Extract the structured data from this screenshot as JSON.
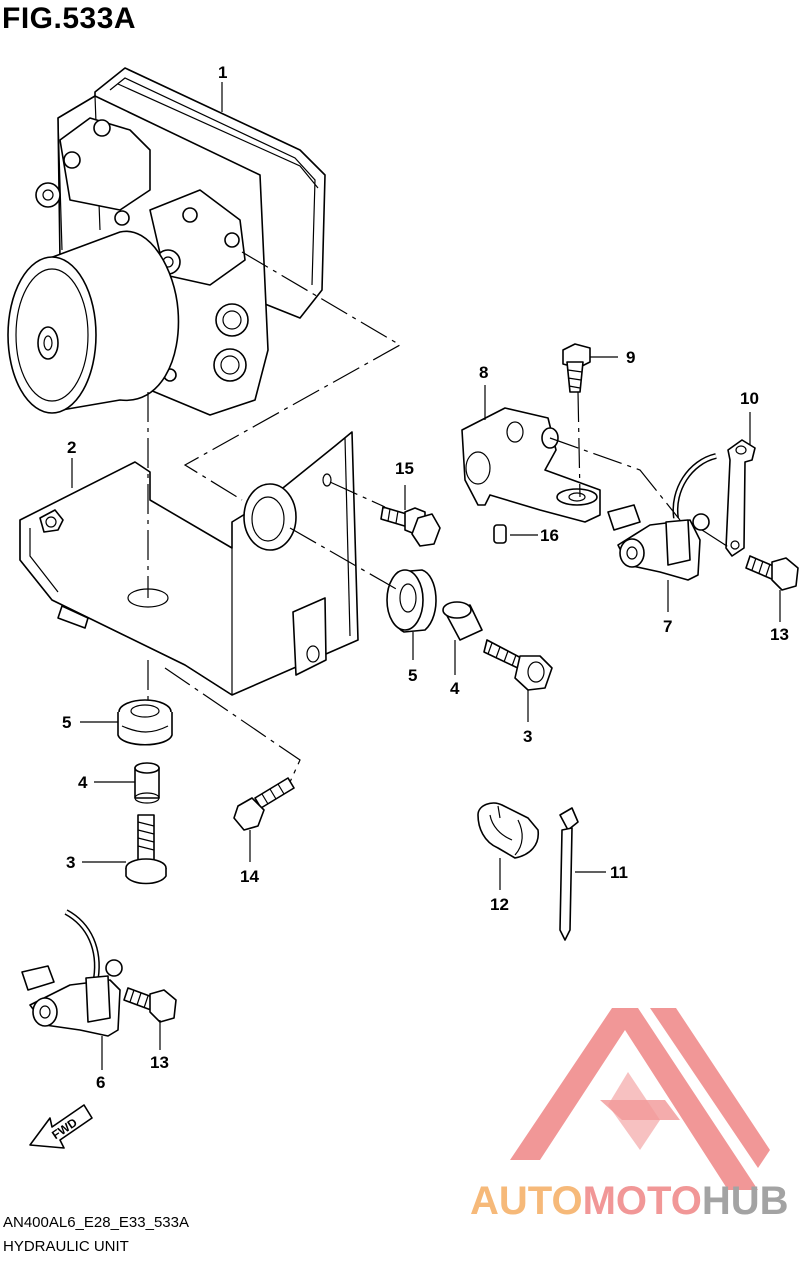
{
  "figure": {
    "title": "FIG.533A",
    "code": "AN400AL6_E28_E33_533A",
    "name": "HYDRAULIC UNIT"
  },
  "callouts": {
    "c1": "1",
    "c2": "2",
    "c3a": "3",
    "c3b": "3",
    "c4a": "4",
    "c4b": "4",
    "c5a": "5",
    "c5b": "5",
    "c6": "6",
    "c7": "7",
    "c8": "8",
    "c9": "9",
    "c10": "10",
    "c11": "11",
    "c12": "12",
    "c13a": "13",
    "c13b": "13",
    "c14": "14",
    "c15": "15",
    "c16": "16"
  },
  "fwd_label": "FWD",
  "watermark": {
    "part1": "AUTO",
    "part2": "MOTO",
    "part3": "HUB",
    "color_orange": "#f6b26b",
    "color_red": "#f08c8c",
    "color_gray": "#9a9a9a"
  }
}
